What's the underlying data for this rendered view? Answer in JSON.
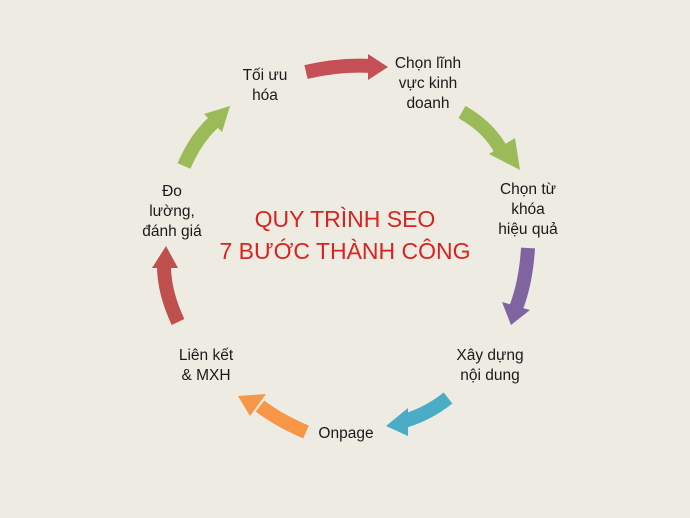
{
  "title": {
    "line1": "QUY TRÌNH SEO",
    "line2": "7 BƯỚC THÀNH CÔNG"
  },
  "steps": [
    {
      "label": "Chọn lĩnh\nvực kinh\ndoanh",
      "arrow_color": "#c45055"
    },
    {
      "label": "Chọn từ\nkhóa\nhiệu quả",
      "arrow_color": "#9bbb59"
    },
    {
      "label": "Xây dựng\nnội dung",
      "arrow_color": "#8064a2"
    },
    {
      "label": "Onpage",
      "arrow_color": "#4bacc6"
    },
    {
      "label": "Liên kết\n& MXH",
      "arrow_color": "#f79646"
    },
    {
      "label": "Đo\nlường,\nđánh giá",
      "arrow_color": "#c0504d"
    },
    {
      "label": "Tối ưu\nhóa",
      "arrow_color": "#9bbb59"
    }
  ],
  "colors": {
    "background": "#eeebe3",
    "title": "#d9231f"
  }
}
